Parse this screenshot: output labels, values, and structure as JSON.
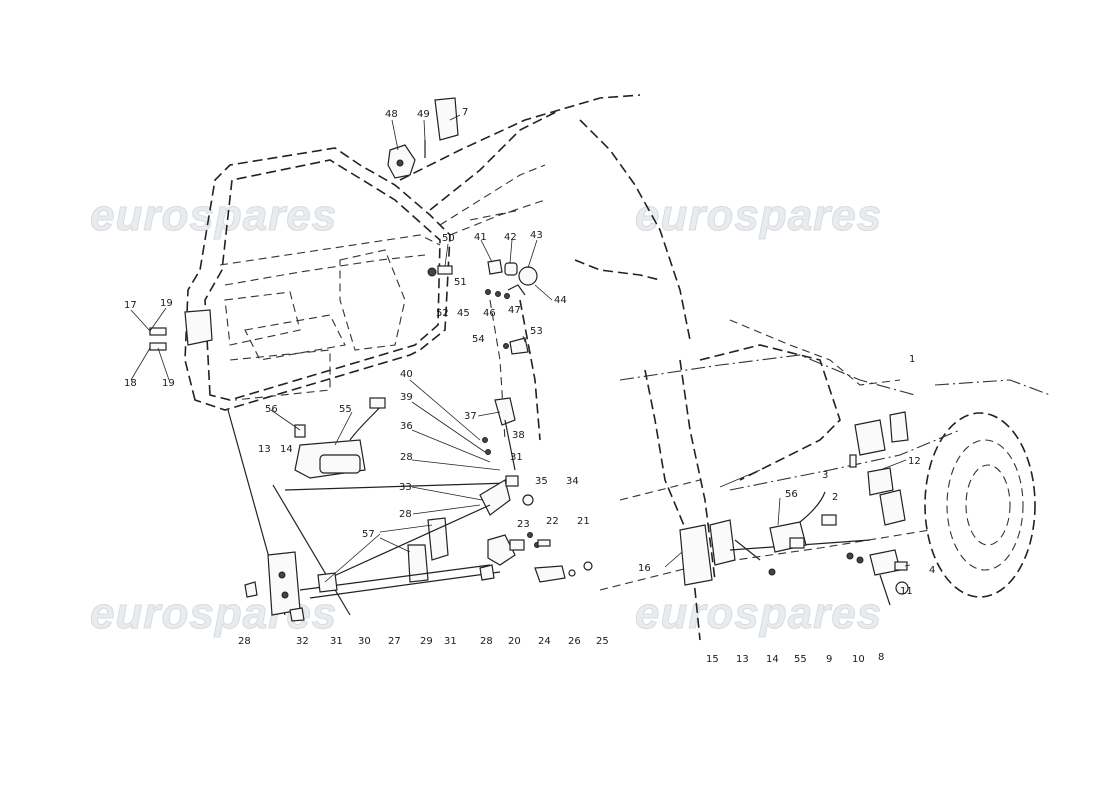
{
  "watermark": {
    "text": "eurospares"
  },
  "left_assembly": {
    "callouts": [
      "48",
      "49",
      "7",
      "50",
      "51",
      "52",
      "41",
      "42",
      "43",
      "44",
      "45",
      "46",
      "47",
      "53",
      "54",
      "17",
      "19",
      "18",
      "19",
      "40",
      "39",
      "37",
      "38",
      "36",
      "31",
      "56",
      "55",
      "13",
      "14",
      "28",
      "35",
      "34",
      "33",
      "28",
      "23",
      "22",
      "21",
      "57",
      "28",
      "32",
      "31",
      "30",
      "27",
      "29",
      "31",
      "28",
      "20",
      "24",
      "26",
      "25"
    ]
  },
  "right_assembly": {
    "callouts": [
      "1",
      "3",
      "2",
      "12",
      "56",
      "16",
      "4",
      "11",
      "15",
      "13",
      "14",
      "55",
      "9",
      "10",
      "8"
    ]
  }
}
